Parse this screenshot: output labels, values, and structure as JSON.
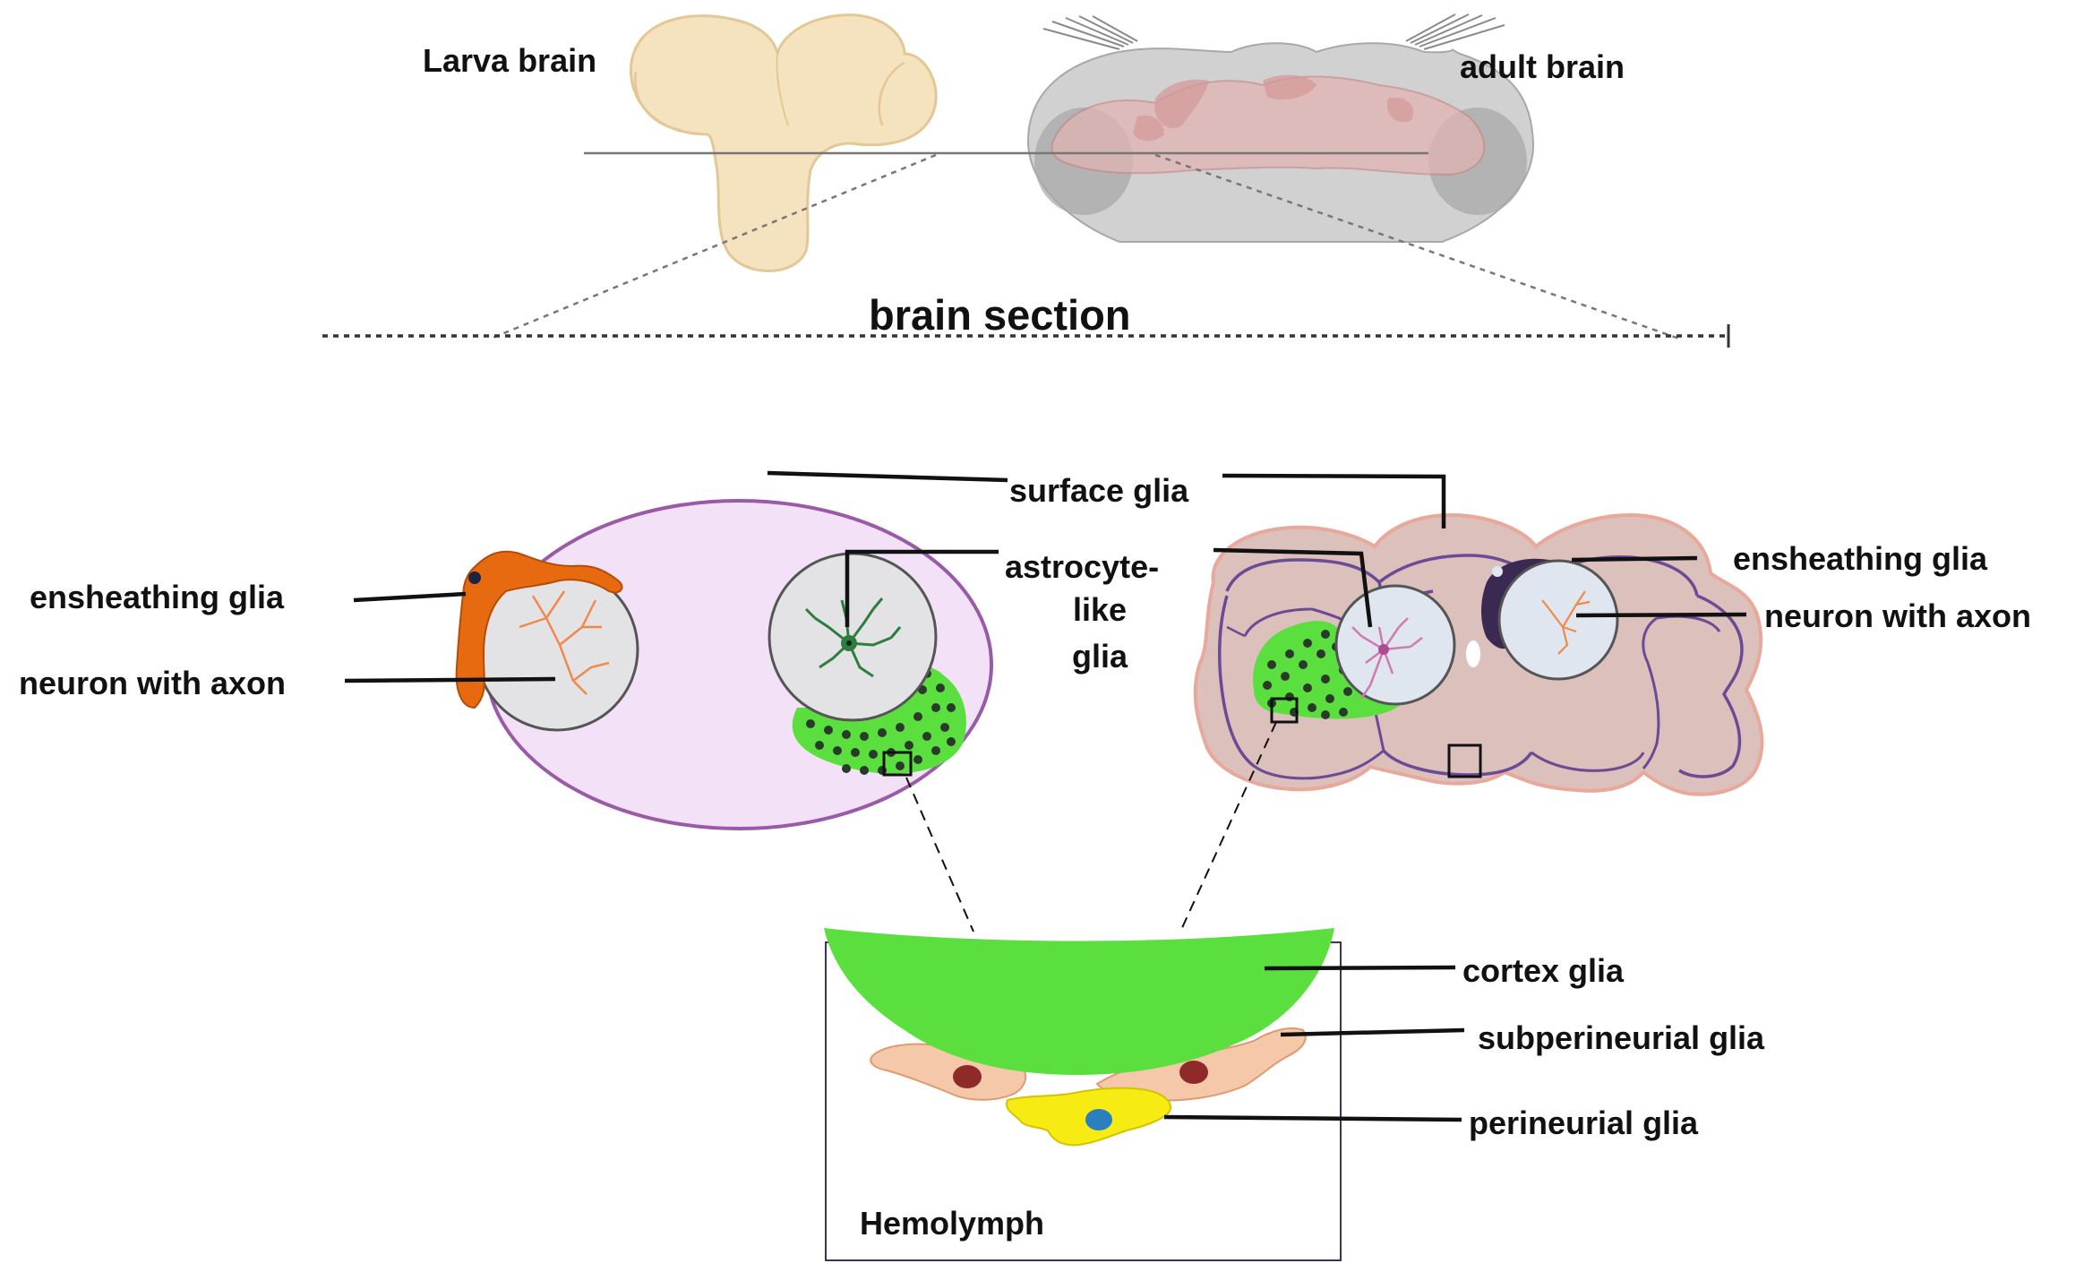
{
  "labels": {
    "larva_brain": "Larva brain",
    "adult_brain": "adult brain",
    "brain_section": "brain section",
    "surface_glia": "surface glia",
    "astrocyte_line1": "astrocyte-",
    "astrocyte_line2": "like",
    "astrocyte_line3": "glia",
    "ensheathing_glia_left": "ensheathing glia",
    "neuron_with_axon_left": "neuron with axon",
    "ensheathing_glia_right": "ensheathing glia",
    "neuron_with_axon_right": "neuron with axon",
    "cortex_glia": "cortex glia",
    "subperineurial_glia": "subperineurial glia",
    "perineurial_glia": "perineurial glia",
    "hemolymph": "Hemolymph"
  },
  "colors": {
    "larva_tissue": "#f5e3c0",
    "adult_head": "#c9c9c9",
    "larva_section_fill": "#f3e1f7",
    "larva_section_stroke": "#9a5aa8",
    "adult_section_fill": "#dcc0bb",
    "adult_section_stroke": "#6b4a96",
    "neuropil": "#e3e3e6",
    "ensheathing_left": "#e86a10",
    "ensheathing_right": "#3a2a52",
    "cortex_glia": "#5bdf3f",
    "subperineurial": "#f4c8a8",
    "perineurial": "#f6ec14",
    "nucleus_red": "#8e2a2a",
    "nucleus_blue": "#2a7fbf",
    "axon": "#ef8a4a"
  }
}
